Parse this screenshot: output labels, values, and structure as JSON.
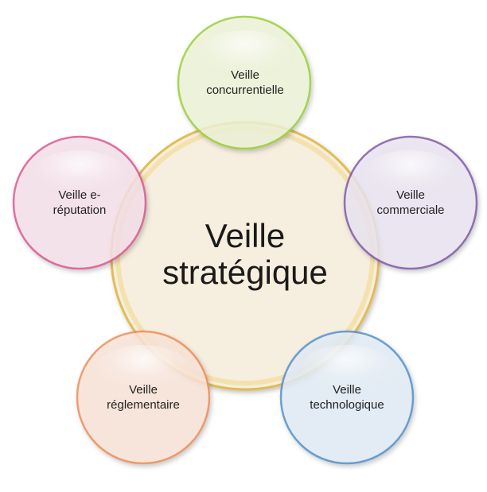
{
  "center": {
    "line1": "Veille",
    "line2": "stratégique"
  },
  "satellites": {
    "concurrentielle": {
      "line1": "Veille",
      "line2": "concurrentielle"
    },
    "commerciale": {
      "line1": "Veille",
      "line2": "commerciale"
    },
    "technologique": {
      "line1": "Veille",
      "line2": "technologique"
    },
    "reglementaire": {
      "line1": "Veille",
      "line2": "réglementaire"
    },
    "ereputation": {
      "line1": "Veille e-",
      "line2": "réputation"
    }
  },
  "colors": {
    "center_fill": "#f8f0de",
    "center_stroke": "#e3b94a",
    "concurrentielle_fill": "#eef5d8",
    "concurrentielle_stroke": "#9acd32",
    "commerciale_fill": "#ece6f2",
    "commerciale_stroke": "#7e57a8",
    "technologique_fill": "#e3edf7",
    "technologique_stroke": "#4f8fcf",
    "reglementaire_fill": "#fbe6da",
    "reglementaire_stroke": "#ee8a55",
    "ereputation_fill": "#f7e1ec",
    "ereputation_stroke": "#d9558f"
  }
}
